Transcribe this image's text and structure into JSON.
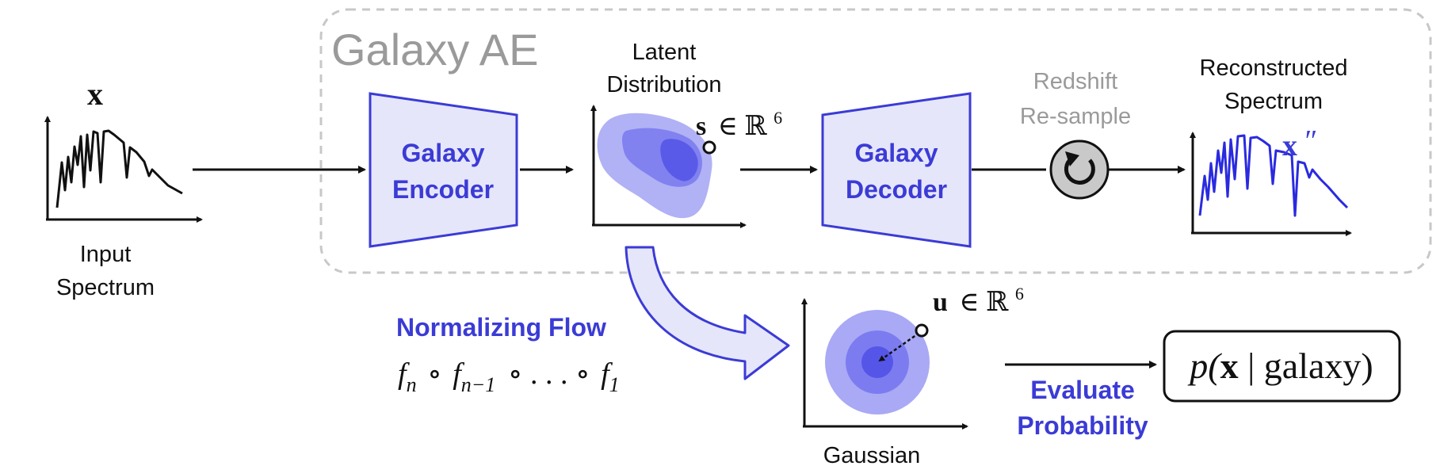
{
  "group": {
    "title": "Galaxy AE"
  },
  "input": {
    "symbol": "x",
    "label_line1": "Input",
    "label_line2": "Spectrum"
  },
  "encoder": {
    "line1": "Galaxy",
    "line2": "Encoder"
  },
  "latent": {
    "title_line1": "Latent",
    "title_line2": "Distribution",
    "var": "s",
    "space": "∈ ℝ",
    "exp": "6"
  },
  "decoder": {
    "line1": "Galaxy",
    "line2": "Decoder"
  },
  "redshift": {
    "line1": "Redshift",
    "line2": "Re-sample"
  },
  "reconstructed": {
    "title_line1": "Reconstructed",
    "title_line2": "Spectrum",
    "symbol": "x",
    "prime": "″"
  },
  "flow": {
    "label": "Normalizing Flow",
    "f": "f",
    "sub_n": "n",
    "compose": "∘",
    "sub_n1": "n−1",
    "dots": "∘ . . . ∘",
    "sub_1": "1"
  },
  "gaussian": {
    "label": "Gaussian",
    "var": "u",
    "space": "∈ ℝ",
    "exp": "6"
  },
  "evaluate": {
    "line1": "Evaluate",
    "line2": "Probability"
  },
  "probability": {
    "p": "p(",
    "x": "x",
    "bar": " | ",
    "galaxy": "galaxy",
    "close": ")"
  },
  "colors": {
    "accent": "#3b3bd6",
    "box_fill": "#e6e6fb",
    "box_stroke": "#3b3bd6",
    "gray_text": "#9a9a9a",
    "dashed_border": "#c8c8c8",
    "blob_light": "#a9a9f5",
    "blob_mid": "#7c7cf0",
    "blob_dark": "#5555e8"
  }
}
